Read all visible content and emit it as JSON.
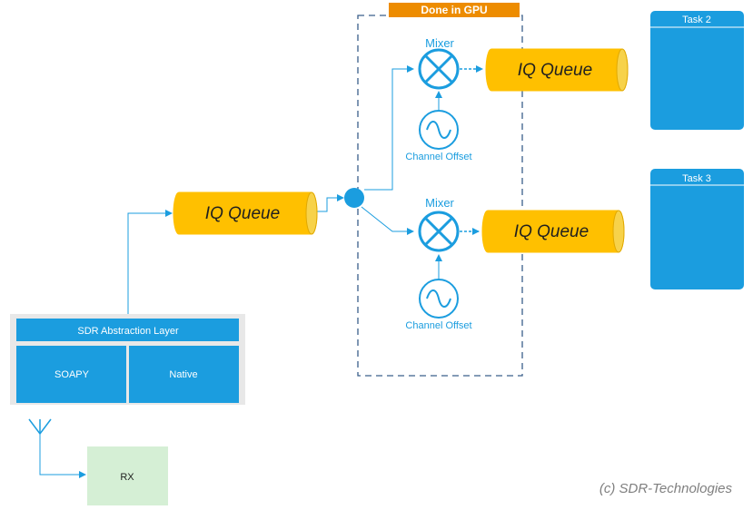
{
  "gpu_box": {
    "label": "Done in GPU"
  },
  "input_queue": {
    "label": "IQ Queue"
  },
  "channels": [
    {
      "mixer_label": "Mixer",
      "offset_label": "Channel Offset",
      "queue_label": "IQ Queue"
    },
    {
      "mixer_label": "Mixer",
      "offset_label": "Channel Offset",
      "queue_label": "IQ Queue"
    }
  ],
  "tasks": [
    {
      "label": "Task 2"
    },
    {
      "label": "Task 3"
    }
  ],
  "sdr": {
    "title": "SDR Abstraction Layer",
    "left_label": "SOAPY",
    "right_label": "Native"
  },
  "rx": {
    "label": "RX"
  },
  "copyright": "(c) SDR-Technologies",
  "colors": {
    "blue": "#1b9ddf",
    "orange_queue": "#ffc000",
    "orange_header": "#ed8c00",
    "rx_fill": "#d5efd5",
    "dashed": "#3a5f8a"
  }
}
